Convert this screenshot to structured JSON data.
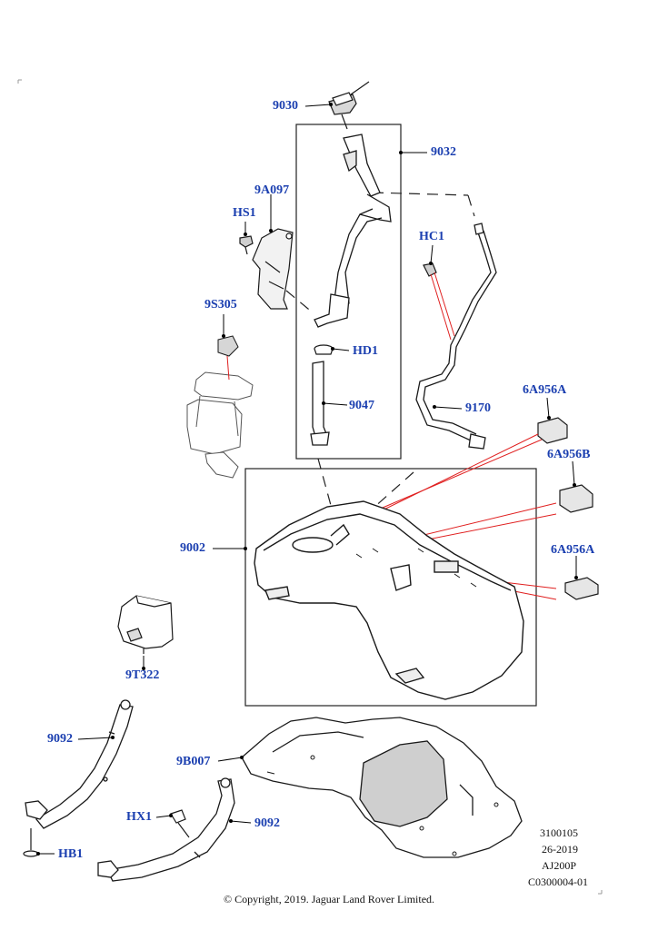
{
  "callouts": {
    "c9030": "9030",
    "c9032": "9032",
    "c9a097": "9A097",
    "chs1": "HS1",
    "chc1": "HC1",
    "c9s305": "9S305",
    "chd1": "HD1",
    "c9047": "9047",
    "c9170": "9170",
    "c6a956a_1": "6A956A",
    "c6a956b": "6A956B",
    "c9002": "9002",
    "c6a956a_2": "6A956A",
    "c9t322": "9T322",
    "c9092_1": "9092",
    "c9b007": "9B007",
    "chx1": "HX1",
    "c9092_2": "9092",
    "chb1": "HB1"
  },
  "reference": {
    "line1": "3100105",
    "line2": "26-2019",
    "line3": "AJ200P",
    "line4": "C0300004-01"
  },
  "copyright": "© Copyright, 2019. Jaguar Land Rover Limited.",
  "colors": {
    "callout_text": "#1b3fb0",
    "leader_line": "#000000",
    "highlight_line": "#e02020",
    "part_outline": "#1a1a1a"
  }
}
